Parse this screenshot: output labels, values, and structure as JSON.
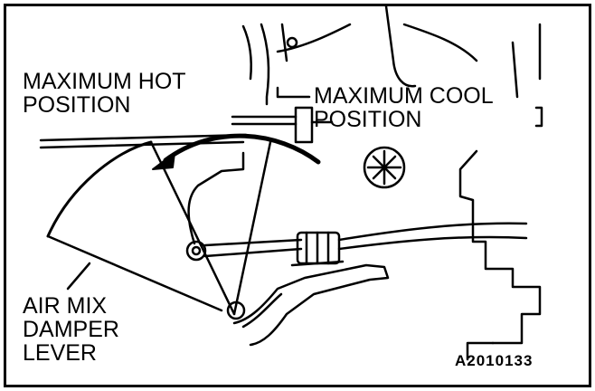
{
  "labels": {
    "max_hot_line1": "MAXIMUM HOT",
    "max_hot_line2": "POSITION",
    "max_cool_line1": "MAXIMUM COOL",
    "max_cool_line2": "POSITION",
    "lever_line1": "AIR MIX",
    "lever_line2": "DAMPER",
    "lever_line3": "LEVER",
    "figure_code": "A2010133"
  },
  "colors": {
    "ink": "#000000",
    "paper": "#ffffff"
  }
}
